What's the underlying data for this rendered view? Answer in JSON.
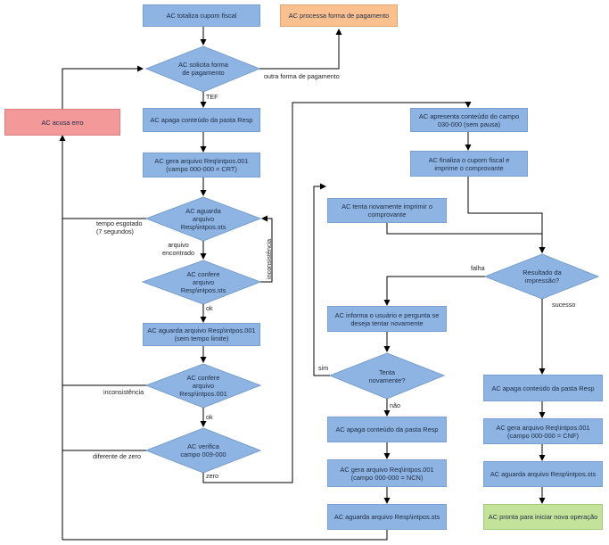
{
  "colors": {
    "process": "#8db4e2",
    "decision": "#8db4e2",
    "start": "#fac090",
    "error": "#f4999a",
    "end": "#c3e29a",
    "line": "#000000"
  },
  "boxes": {
    "totaliza": "AC totaliza cupom fiscal",
    "processa": "AC processa forma de pagamento",
    "acusa_erro": "AC acusa erro",
    "apaga_resp1": "AC apaga conteúdo da pasta Resp",
    "gera_crt": "AC gera arquivo Req\\intpos.001\n(campo 000-000 = CRT)",
    "aguarda_resp001": "AC aguarda arquivo Resp\\intpos.001\n(sem tempo limite)",
    "apresenta": "AC apresenta conteúdo do campo\n030-000 (sem pausa)",
    "finaliza": "AC finaliza o cupom fiscal e\nimprime o comprovante",
    "tenta_imprimir": "AC tenta novamente imprimir o\ncomprovante",
    "informa": "AC informa o usuário e pergunta se\ndeseja tentar novamente",
    "apaga_resp2": "AC apaga conteúdo da pasta Resp",
    "gera_ncn": "AC gera arquivo Req\\intpos.001\n(campo 000-000 = NCN)",
    "aguarda_sts2": "AC aguarda arquivo Resp\\intpos.sts",
    "apaga_resp3": "AC apaga conteúdo da pasta Resp",
    "gera_cnf": "AC gera arquivo Req\\intpos.001\n(campo 000-000 = CNF)",
    "aguarda_sts3": "AC aguarda arquivo Resp\\intpos.sts",
    "pronta": "AC pronta para iniciar nova operação"
  },
  "decisions": {
    "solicita": "AC solicita forma\nde pagamento",
    "aguarda_sts": "AC aguarda\narquivo\nResp\\intpos.sts",
    "confere_sts": "AC confere\narquivo\nResp\\intpos.sts",
    "confere_001": "AC confere\narquivo\nResp\\intpos.001",
    "verifica": "AC verifica\ncampo 009-000",
    "resultado": "Resultado da\nimpressão?",
    "tenta": "Tenta\nnovamente?"
  },
  "labels": {
    "outra_forma": "outra forma de pagamento",
    "tef": "TEF",
    "tempo_esgotado": "tempo esgotado\n(7 segundos)",
    "arquivo_encontrado": "arquivo\nencontrado",
    "inconsistencia_v": "inconsistência",
    "ok1": "ok",
    "inconsistencia": "inconsistência",
    "ok2": "ok",
    "diferente_zero": "diferente de zero",
    "zero": "zero",
    "falha": "falha",
    "sucesso": "sucesso",
    "sim": "sim",
    "nao": "não"
  }
}
